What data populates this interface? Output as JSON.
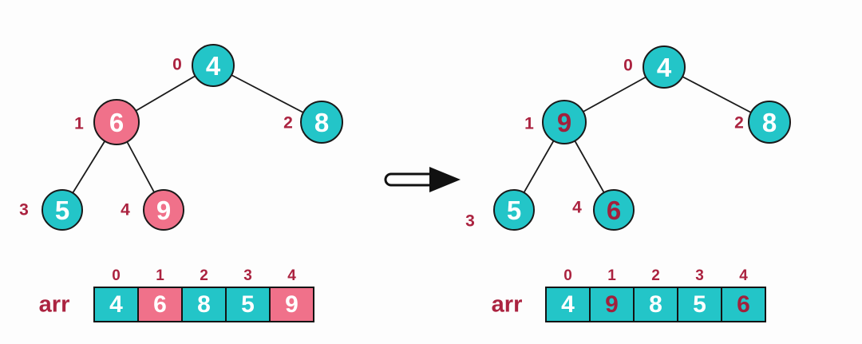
{
  "colors": {
    "teal": "#23c5c8",
    "pink": "#f0718a",
    "dark_red_label": "#ab2340",
    "dark_red_value": "#a2203c",
    "node_text": "#ffffff",
    "outline": "#191919",
    "background": "#fdfdfd"
  },
  "left_tree": {
    "nodes": [
      {
        "index": "0",
        "value": "4",
        "variant": "teal",
        "text_class": "text-white"
      },
      {
        "index": "1",
        "value": "6",
        "variant": "pink",
        "text_class": "text-white"
      },
      {
        "index": "2",
        "value": "8",
        "variant": "teal",
        "text_class": "text-white"
      },
      {
        "index": "3",
        "value": "5",
        "variant": "teal",
        "text_class": "text-white"
      },
      {
        "index": "4",
        "value": "9",
        "variant": "pink",
        "text_class": "text-white"
      }
    ]
  },
  "right_tree": {
    "nodes": [
      {
        "index": "0",
        "value": "4",
        "variant": "teal",
        "text_class": "text-white"
      },
      {
        "index": "1",
        "value": "9",
        "variant": "teal",
        "text_class": "text-red"
      },
      {
        "index": "2",
        "value": "8",
        "variant": "teal",
        "text_class": "text-white"
      },
      {
        "index": "3",
        "value": "5",
        "variant": "teal",
        "text_class": "text-white"
      },
      {
        "index": "4",
        "value": "6",
        "variant": "teal",
        "text_class": "text-red"
      }
    ]
  },
  "left_array": {
    "label": "arr",
    "cells": [
      {
        "index": "0",
        "value": "4",
        "variant": "teal",
        "text_class": "text-white"
      },
      {
        "index": "1",
        "value": "6",
        "variant": "pink",
        "text_class": "text-white"
      },
      {
        "index": "2",
        "value": "8",
        "variant": "teal",
        "text_class": "text-white"
      },
      {
        "index": "3",
        "value": "5",
        "variant": "teal",
        "text_class": "text-white"
      },
      {
        "index": "4",
        "value": "9",
        "variant": "pink",
        "text_class": "text-white"
      }
    ]
  },
  "right_array": {
    "label": "arr",
    "cells": [
      {
        "index": "0",
        "value": "4",
        "variant": "teal",
        "text_class": "text-white"
      },
      {
        "index": "1",
        "value": "9",
        "variant": "teal",
        "text_class": "text-red"
      },
      {
        "index": "2",
        "value": "8",
        "variant": "teal",
        "text_class": "text-white"
      },
      {
        "index": "3",
        "value": "5",
        "variant": "teal",
        "text_class": "text-white"
      },
      {
        "index": "4",
        "value": "6",
        "variant": "teal",
        "text_class": "text-red"
      }
    ]
  },
  "arrow": {
    "icon": "right-arrow"
  }
}
